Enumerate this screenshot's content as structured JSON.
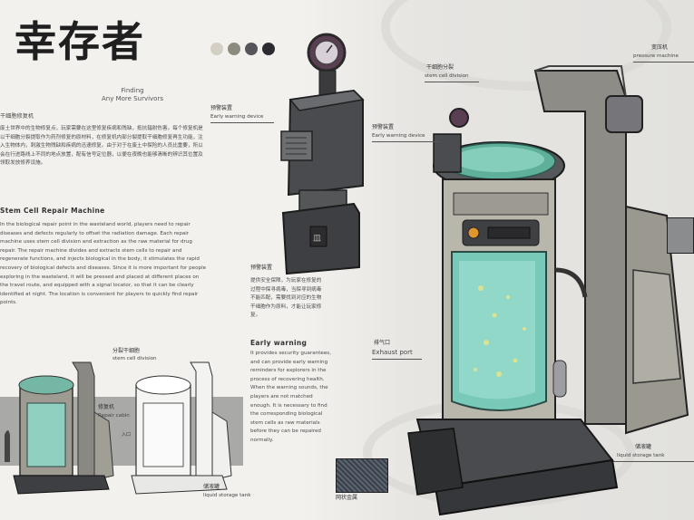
{
  "title": {
    "main": "幸存者",
    "sub_line1": "Finding",
    "sub_line2": "Any More Survivors"
  },
  "colors": {
    "swatch1": "#d3cfc4",
    "swatch2": "#8d8a80",
    "swatch3": "#55555a",
    "swatch4": "#2c2c30",
    "accent_tank": "#79c9b8"
  },
  "intro": {
    "heading_cn": "干细胞修复机",
    "body_cn": "废土世界中的生物修复点，玩家需要在这里修复疾病和残缺，抵抗辐射伤害。每个修复机是以干细胞分裂提取作为药剂修复的原材料，在修复机内部分裂提取干细胞修复再生功能，注入生物体内，刺激生物残缺和疾病的迅速修复。由于对于在废土中探险的人员比重要，所以会在行进路线上不同的地点放置，配有信号定位器，以便在夜晚也能够清晰的辨识其位置及领取发放修养设施。",
    "heading_en": "Stem Cell Repair Machine",
    "body_en": "In the biological repair point in the wasteland world, players need to repair diseases and defects regularly to offset the radiation damage. Each repair machine uses stem cell division and extraction as the raw material for drug repair. The repair machine divides and extracts stem cells to repair and regenerate functions, and injects biological in the body, it stimulates the rapid recovery of biological defects and diseases. Since it is more important for people exploring in the wasteland, it will be pressed and placed at different places on the travel route, and equipped with a signal locator, so that it can be clearly identified at night. The location is convenient for players to quickly find repair points."
  },
  "warning": {
    "device_label_cn": "预警装置",
    "device_label_en": "Early warning device",
    "heading_cn": "预警装置",
    "body_cn": "提供安全保障，为玩家在修复的过程中探寻病毒，当探寻到病毒不能匹配，需要找到对应的生物干细胞作为原料，才能让玩家修复。",
    "heading_en": "Early warning",
    "body_en": "It provides security guarantees, and can provide early warning reminders for explorers in the process of recovering health. When the warning sounds, the players are not matched enough. It is necessary to find the corresponding biological stem cells as raw materials before they can be repaired normally."
  },
  "callouts": {
    "stem_cn": "干细胞分裂",
    "stem_en": "stem cell division",
    "warn_cn": "预警装置",
    "warn_en": "Early warning device",
    "pressure_cn": "变压机",
    "pressure_en": "pressure machine",
    "exhaust_cn": "排气口",
    "exhaust_en": "Exhaust port",
    "tank_cn": "储液罐",
    "tank_en": "liquid storage tank",
    "metal_cn": "网状金属"
  },
  "sketch": {
    "stem_cn": "分裂干细胞",
    "stem_en": "stem cell division",
    "repair_cn": "修复机",
    "repair_en": "Repair cabin",
    "entry": "入口",
    "tank_cn": "储液罐",
    "tank_en": "liquid storage tank"
  }
}
